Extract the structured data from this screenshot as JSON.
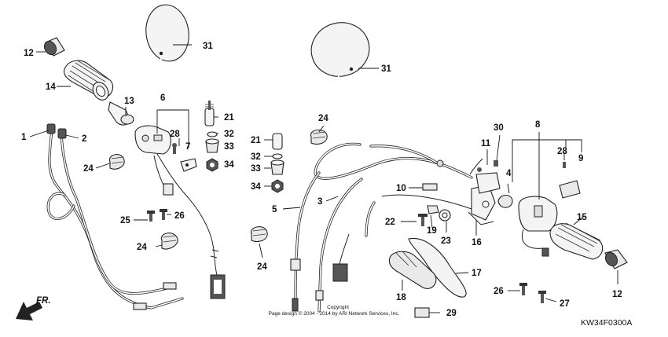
{
  "diagram": {
    "code": "KW34F0300A",
    "front_marker": "FR.",
    "copyright_line1": "Copyright",
    "copyright_line2": "Page design © 2004 - 2014 by ARI Network Services, Inc.",
    "part_numbers": {
      "p1": "1",
      "p2": "2",
      "p3": "3",
      "p4": "4",
      "p5": "5",
      "p6": "6",
      "p7": "7",
      "p8": "8",
      "p9": "9",
      "p10": "10",
      "p11": "11",
      "p12a": "12",
      "p12b": "12",
      "p13": "13",
      "p14": "14",
      "p15": "15",
      "p16": "16",
      "p17": "17",
      "p18": "18",
      "p19": "19",
      "p21a": "21",
      "p21b": "21",
      "p22": "22",
      "p23": "23",
      "p24a": "24",
      "p24b": "24",
      "p24c": "24",
      "p24d": "24",
      "p25": "25",
      "p26a": "26",
      "p26b": "26",
      "p27": "27",
      "p28a": "28",
      "p28b": "28",
      "p29": "29",
      "p30": "30",
      "p31a": "31",
      "p31b": "31",
      "p32a": "32",
      "p32b": "32",
      "p33a": "33",
      "p33b": "33",
      "p34a": "34",
      "p34b": "34"
    }
  }
}
